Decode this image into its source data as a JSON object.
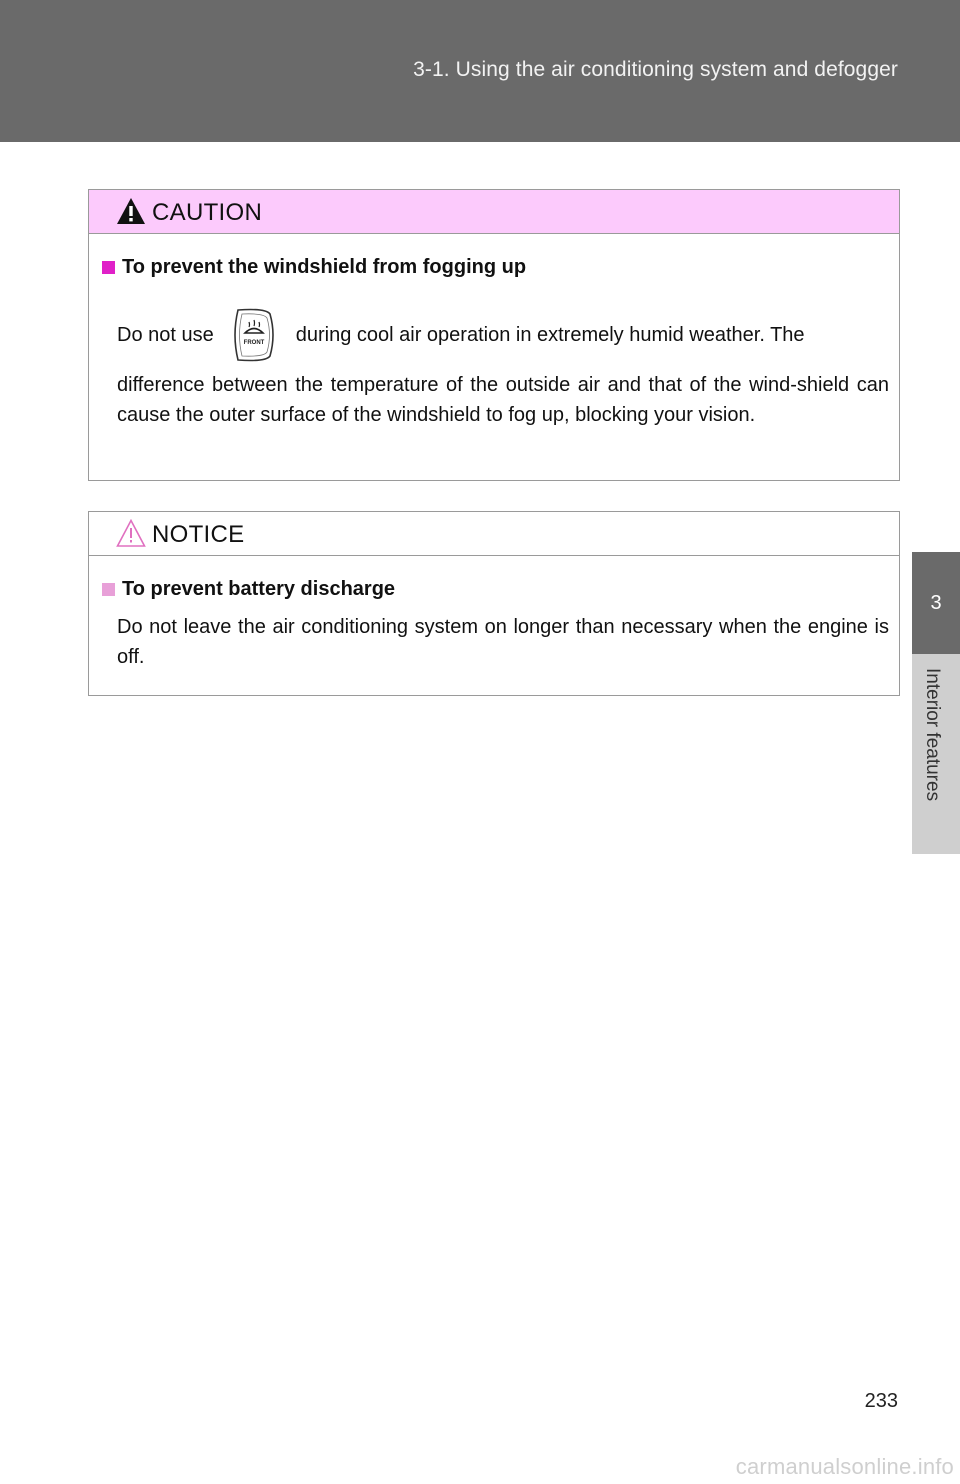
{
  "header": {
    "section_title": "3-1. Using the air conditioning system and defogger"
  },
  "side_tab": {
    "chapter_number": "3",
    "chapter_label": "Interior features"
  },
  "caution": {
    "label": "CAUTION",
    "heading": "To prevent the windshield from fogging up",
    "text_before_icon": "Do not use",
    "icon_name": "front-defroster-icon",
    "icon_label": "FRONT",
    "text_after_icon": "during cool air operation in extremely humid weather. The",
    "text_continued": "difference between the temperature of the outside air and that of the wind-shield can cause the outer surface of the windshield to fog up, blocking your vision."
  },
  "notice": {
    "label": "NOTICE",
    "heading": "To prevent battery discharge",
    "text": "Do not leave the air conditioning system on longer than necessary when the engine is off."
  },
  "page_number": "233",
  "watermark": "carmanualsonline.info",
  "colors": {
    "caution_header_bg": "#fccafc",
    "caution_bullet": "#e020c8",
    "notice_bullet": "#e8a0d8",
    "header_bar": "#6a6a6a"
  }
}
